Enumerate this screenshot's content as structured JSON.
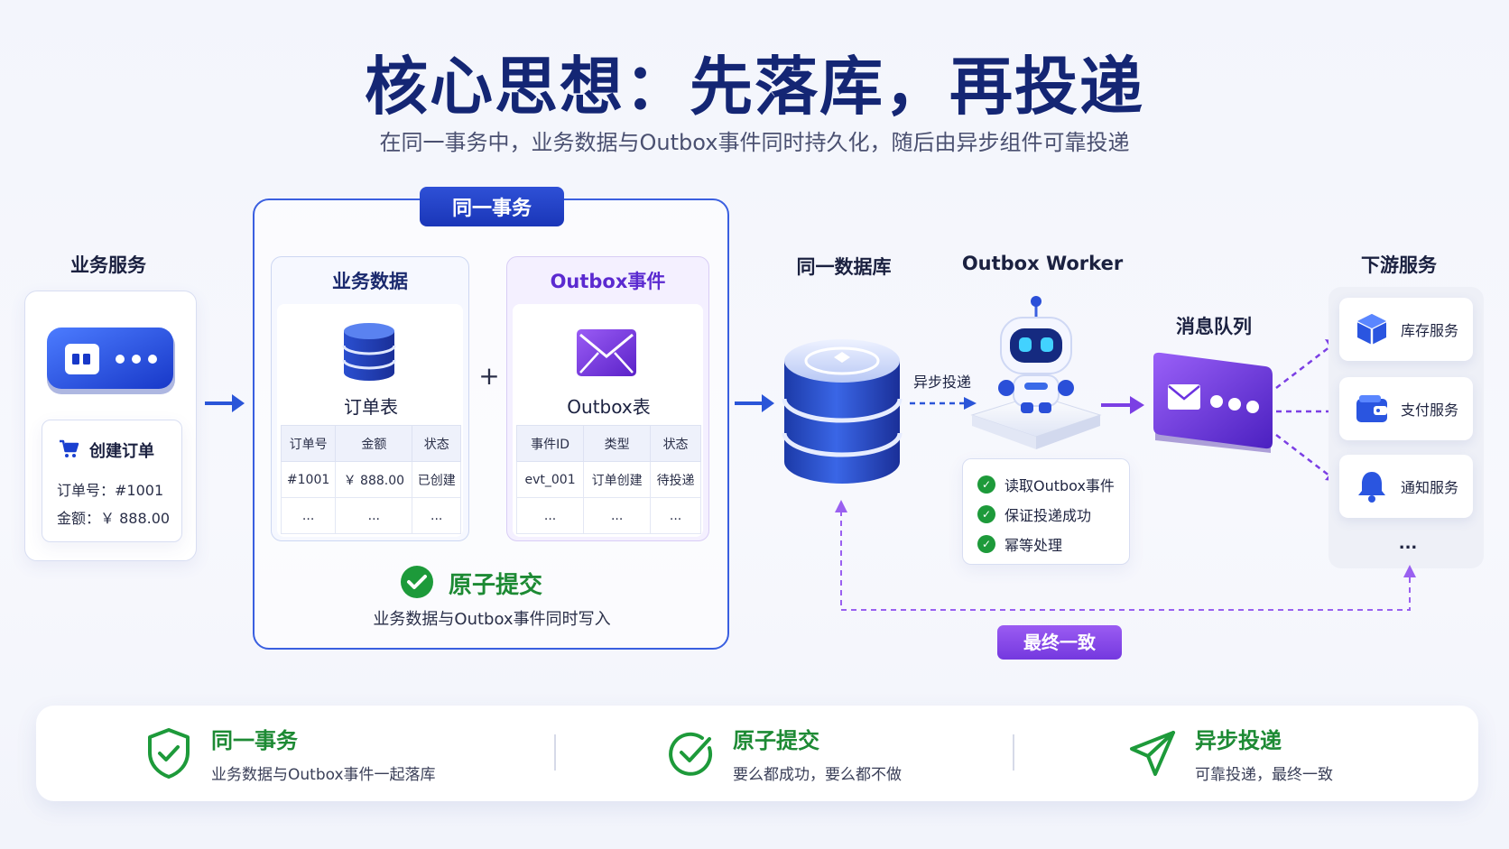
{
  "header": {
    "title": "核心思想：先落库，再投递",
    "subtitle": "在同一事务中，业务数据与Outbox事件同时持久化，随后由异步组件可靠投递"
  },
  "business_service": {
    "label": "业务服务",
    "card_title": "创建订单",
    "order_no": "订单号：#1001",
    "amount": "金额：￥ 888.00"
  },
  "transaction": {
    "badge": "同一事务",
    "plus": "+",
    "business_data": {
      "header": "业务数据",
      "table_name": "订单表",
      "columns": [
        "订单号",
        "金额",
        "状态"
      ],
      "rows": [
        [
          "#1001",
          "￥ 888.00",
          "已创建"
        ],
        [
          "...",
          "...",
          "..."
        ]
      ]
    },
    "outbox": {
      "header": "Outbox事件",
      "table_name": "Outbox表",
      "columns": [
        "事件ID",
        "类型",
        "状态"
      ],
      "rows": [
        [
          "evt_001",
          "订单创建",
          "待投递"
        ],
        [
          "...",
          "...",
          "..."
        ]
      ]
    },
    "atomic_title": "原子提交",
    "atomic_desc": "业务数据与Outbox事件同时写入"
  },
  "database": {
    "label": "同一数据库"
  },
  "async_label": "异步投递",
  "worker": {
    "label": "Outbox Worker",
    "items": [
      "读取Outbox事件",
      "保证投递成功",
      "幂等处理"
    ]
  },
  "mq": {
    "label": "消息队列"
  },
  "downstream": {
    "label": "下游服务",
    "services": [
      {
        "name": "库存服务",
        "icon": "box-icon"
      },
      {
        "name": "支付服务",
        "icon": "wallet-icon"
      },
      {
        "name": "通知服务",
        "icon": "bell-icon"
      }
    ],
    "more": "..."
  },
  "eventual": "最终一致",
  "features": [
    {
      "title": "同一事务",
      "desc": "业务数据与Outbox事件一起落库",
      "icon": "shield-check-icon"
    },
    {
      "title": "原子提交",
      "desc": "要么都成功，要么都不做",
      "icon": "circle-check-icon"
    },
    {
      "title": "异步投递",
      "desc": "可靠投递，最终一致",
      "icon": "paper-plane-icon"
    }
  ],
  "colors": {
    "primary": "#1a36b8",
    "accent_purple": "#7b3fe4",
    "success": "#1d9a3a",
    "title": "#142674"
  }
}
